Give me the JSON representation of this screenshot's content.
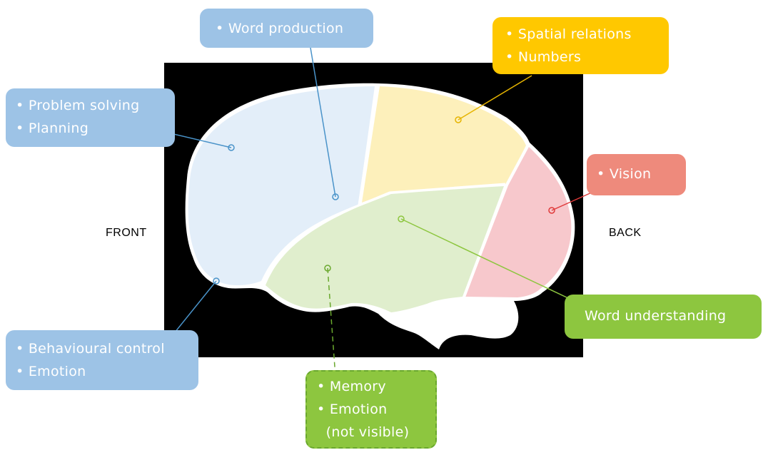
{
  "labels": {
    "front": "FRONT",
    "back": "BACK"
  },
  "regions": {
    "frontal": {
      "lines": [
        "• Problem solving",
        "• Planning"
      ]
    },
    "broca": {
      "lines": [
        "• Word production"
      ]
    },
    "parietal": {
      "lines": [
        "• Spatial relations",
        "• Numbers"
      ]
    },
    "occipital": {
      "lines": [
        "• Vision"
      ]
    },
    "wernicke": {
      "lines": [
        "Word understanding"
      ]
    },
    "prefrontal": {
      "lines": [
        "• Behavioural control",
        "• Emotion"
      ]
    },
    "temporal": {
      "lines": [
        "• Memory",
        "• Emotion",
        "  (not visible)"
      ]
    }
  },
  "colors": {
    "blue_box": "#9dc3e6",
    "yellow_box": "#ffc800",
    "red_box": "#ee8a7c",
    "green_box": "#8dc63f",
    "frontal_fill": "#e3eef9",
    "parietal_fill": "#fdf0bb",
    "temporal_fill": "#e0eecd",
    "occipital_fill": "#f7c8cc",
    "background_panel": "#000000"
  }
}
